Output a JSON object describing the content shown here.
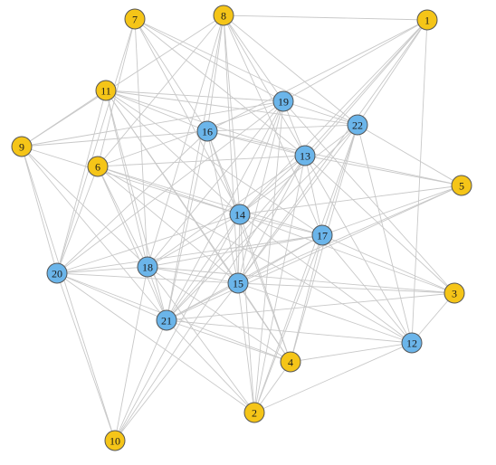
{
  "graph": {
    "colors": {
      "group_a": "#f5c518",
      "group_b": "#6bb5ea",
      "edge": "#c8c8c8"
    },
    "nodes": [
      {
        "id": "1",
        "group": "group_a"
      },
      {
        "id": "2",
        "group": "group_a"
      },
      {
        "id": "3",
        "group": "group_a"
      },
      {
        "id": "4",
        "group": "group_a"
      },
      {
        "id": "5",
        "group": "group_a"
      },
      {
        "id": "6",
        "group": "group_a"
      },
      {
        "id": "7",
        "group": "group_a"
      },
      {
        "id": "8",
        "group": "group_a"
      },
      {
        "id": "9",
        "group": "group_a"
      },
      {
        "id": "10",
        "group": "group_a"
      },
      {
        "id": "11",
        "group": "group_a"
      },
      {
        "id": "12",
        "group": "group_b"
      },
      {
        "id": "13",
        "group": "group_b"
      },
      {
        "id": "14",
        "group": "group_b"
      },
      {
        "id": "15",
        "group": "group_b"
      },
      {
        "id": "16",
        "group": "group_b"
      },
      {
        "id": "17",
        "group": "group_b"
      },
      {
        "id": "18",
        "group": "group_b"
      },
      {
        "id": "19",
        "group": "group_b"
      },
      {
        "id": "20",
        "group": "group_b"
      },
      {
        "id": "21",
        "group": "group_b"
      },
      {
        "id": "22",
        "group": "group_b"
      }
    ],
    "edges": [
      [
        "8",
        "1"
      ],
      [
        "8",
        "19"
      ],
      [
        "8",
        "16"
      ],
      [
        "8",
        "13"
      ],
      [
        "8",
        "14"
      ],
      [
        "8",
        "18"
      ],
      [
        "8",
        "6"
      ],
      [
        "8",
        "15"
      ],
      [
        "8",
        "17"
      ],
      [
        "8",
        "22"
      ],
      [
        "8",
        "9"
      ],
      [
        "8",
        "21"
      ],
      [
        "7",
        "16"
      ],
      [
        "7",
        "19"
      ],
      [
        "7",
        "18"
      ],
      [
        "7",
        "13"
      ],
      [
        "7",
        "14"
      ],
      [
        "7",
        "6"
      ],
      [
        "7",
        "22"
      ],
      [
        "7",
        "20"
      ],
      [
        "1",
        "19"
      ],
      [
        "1",
        "22"
      ],
      [
        "1",
        "14"
      ],
      [
        "1",
        "13"
      ],
      [
        "1",
        "12"
      ],
      [
        "1",
        "15"
      ],
      [
        "1",
        "21"
      ],
      [
        "1",
        "16"
      ],
      [
        "11",
        "19"
      ],
      [
        "11",
        "16"
      ],
      [
        "11",
        "13"
      ],
      [
        "11",
        "22"
      ],
      [
        "11",
        "18"
      ],
      [
        "11",
        "14"
      ],
      [
        "11",
        "15"
      ],
      [
        "11",
        "21"
      ],
      [
        "11",
        "17"
      ],
      [
        "11",
        "4"
      ],
      [
        "11",
        "20"
      ],
      [
        "9",
        "19"
      ],
      [
        "9",
        "16"
      ],
      [
        "9",
        "14"
      ],
      [
        "9",
        "20"
      ],
      [
        "9",
        "10"
      ],
      [
        "9",
        "18"
      ],
      [
        "9",
        "11"
      ],
      [
        "9",
        "21"
      ],
      [
        "6",
        "19"
      ],
      [
        "6",
        "14"
      ],
      [
        "6",
        "17"
      ],
      [
        "6",
        "18"
      ],
      [
        "6",
        "21"
      ],
      [
        "6",
        "15"
      ],
      [
        "6",
        "20"
      ],
      [
        "6",
        "12"
      ],
      [
        "6",
        "13"
      ],
      [
        "19",
        "22"
      ],
      [
        "19",
        "13"
      ],
      [
        "19",
        "15"
      ],
      [
        "19",
        "18"
      ],
      [
        "19",
        "21"
      ],
      [
        "19",
        "2"
      ],
      [
        "19",
        "14"
      ],
      [
        "19",
        "3"
      ],
      [
        "19",
        "20"
      ],
      [
        "16",
        "22"
      ],
      [
        "16",
        "14"
      ],
      [
        "16",
        "13"
      ],
      [
        "16",
        "15"
      ],
      [
        "16",
        "21"
      ],
      [
        "16",
        "4"
      ],
      [
        "16",
        "20"
      ],
      [
        "16",
        "5"
      ],
      [
        "22",
        "15"
      ],
      [
        "22",
        "4"
      ],
      [
        "22",
        "12"
      ],
      [
        "22",
        "14"
      ],
      [
        "22",
        "21"
      ],
      [
        "22",
        "17"
      ],
      [
        "22",
        "5"
      ],
      [
        "22",
        "2"
      ],
      [
        "13",
        "5"
      ],
      [
        "13",
        "15"
      ],
      [
        "13",
        "14"
      ],
      [
        "13",
        "2"
      ],
      [
        "13",
        "12"
      ],
      [
        "13",
        "18"
      ],
      [
        "13",
        "17"
      ],
      [
        "13",
        "3"
      ],
      [
        "13",
        "10"
      ],
      [
        "5",
        "17"
      ],
      [
        "5",
        "15"
      ],
      [
        "5",
        "14"
      ],
      [
        "5",
        "21"
      ],
      [
        "14",
        "20"
      ],
      [
        "14",
        "17"
      ],
      [
        "14",
        "2"
      ],
      [
        "14",
        "4"
      ],
      [
        "14",
        "12"
      ],
      [
        "14",
        "10"
      ],
      [
        "14",
        "18"
      ],
      [
        "14",
        "15"
      ],
      [
        "14",
        "21"
      ],
      [
        "17",
        "20"
      ],
      [
        "17",
        "4"
      ],
      [
        "17",
        "12"
      ],
      [
        "17",
        "15"
      ],
      [
        "17",
        "18"
      ],
      [
        "17",
        "2"
      ],
      [
        "17",
        "21"
      ],
      [
        "17",
        "3"
      ],
      [
        "20",
        "15"
      ],
      [
        "20",
        "18"
      ],
      [
        "20",
        "21"
      ],
      [
        "20",
        "4"
      ],
      [
        "20",
        "10"
      ],
      [
        "20",
        "2"
      ],
      [
        "18",
        "15"
      ],
      [
        "18",
        "21"
      ],
      [
        "18",
        "3"
      ],
      [
        "18",
        "4"
      ],
      [
        "18",
        "10"
      ],
      [
        "18",
        "2"
      ],
      [
        "15",
        "3"
      ],
      [
        "15",
        "12"
      ],
      [
        "15",
        "4"
      ],
      [
        "15",
        "2"
      ],
      [
        "15",
        "21"
      ],
      [
        "15",
        "10"
      ],
      [
        "21",
        "4"
      ],
      [
        "21",
        "2"
      ],
      [
        "21",
        "12"
      ],
      [
        "21",
        "3"
      ],
      [
        "4",
        "12"
      ],
      [
        "2",
        "12"
      ],
      [
        "12",
        "3"
      ],
      [
        "3",
        "14"
      ],
      [
        "10",
        "21"
      ],
      [
        "2",
        "4"
      ]
    ]
  }
}
